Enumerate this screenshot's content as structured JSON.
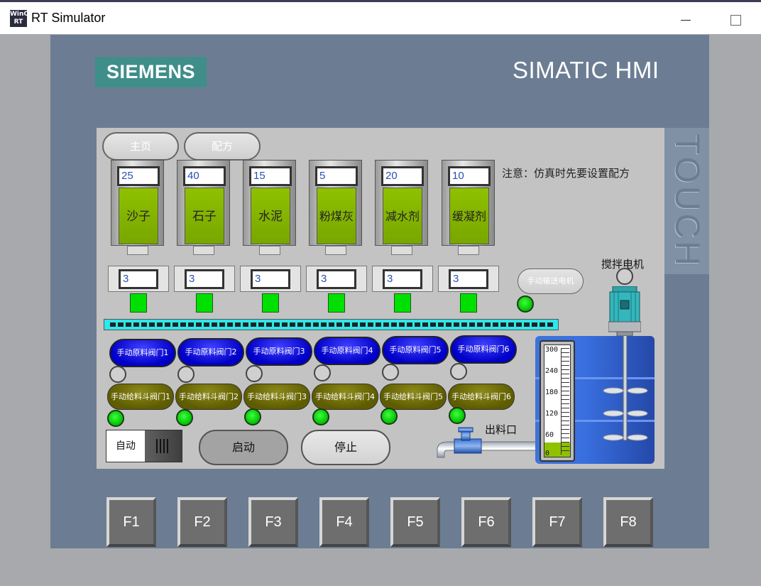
{
  "window": {
    "title": "RT Simulator",
    "icon_text": "WinCC RT"
  },
  "device": {
    "brand": "SIEMENS",
    "model": "SIMATIC HMI",
    "side_label": "TOUCH"
  },
  "nav": {
    "home": "主页",
    "recipe": "配方"
  },
  "note": "注意：仿真时先要设置配方",
  "silos": [
    {
      "name": "沙子",
      "value": "25"
    },
    {
      "name": "石子",
      "value": "40"
    },
    {
      "name": "水泥",
      "value": "15"
    },
    {
      "name": "粉煤灰",
      "value": "5"
    },
    {
      "name": "减水剂",
      "value": "20"
    },
    {
      "name": "缓凝剂",
      "value": "10"
    }
  ],
  "scales": [
    "3",
    "3",
    "3",
    "3",
    "3",
    "3"
  ],
  "manual_conveyor": {
    "label": "手动输送电机",
    "lamp": "on"
  },
  "raw_valves": [
    "手动原料阀门1",
    "手动原料阀门2",
    "手动原料阀门3",
    "手动原料阀门4",
    "手动原料阀门5",
    "手动原料阀门6"
  ],
  "hopper_valves": [
    "手动给料斗阀门1",
    "手动给料斗阀门2",
    "手动给料斗阀门3",
    "手动给料斗阀门4",
    "手动给料斗阀门5",
    "手动给料斗阀门6"
  ],
  "mode_switch": {
    "label": "自动"
  },
  "controls": {
    "start": "启动",
    "stop": "停止"
  },
  "outlet_label": "出料口",
  "mixer_label": "搅拌电机",
  "gauge": {
    "ticks": [
      "300",
      "240",
      "180",
      "120",
      "60",
      "0"
    ],
    "level": 0.13,
    "fill_color": "#8fc100"
  },
  "function_keys": [
    "F1",
    "F2",
    "F3",
    "F4",
    "F5",
    "F6",
    "F7",
    "F8"
  ],
  "colors": {
    "screen_bg": "#c3c3c3",
    "lamp_on": "#00e000",
    "valve_blue": "#0000c8",
    "valve_olive": "#6f6c05",
    "tank_blue": "#3970e0",
    "brand_teal": "#3f8e8a"
  }
}
